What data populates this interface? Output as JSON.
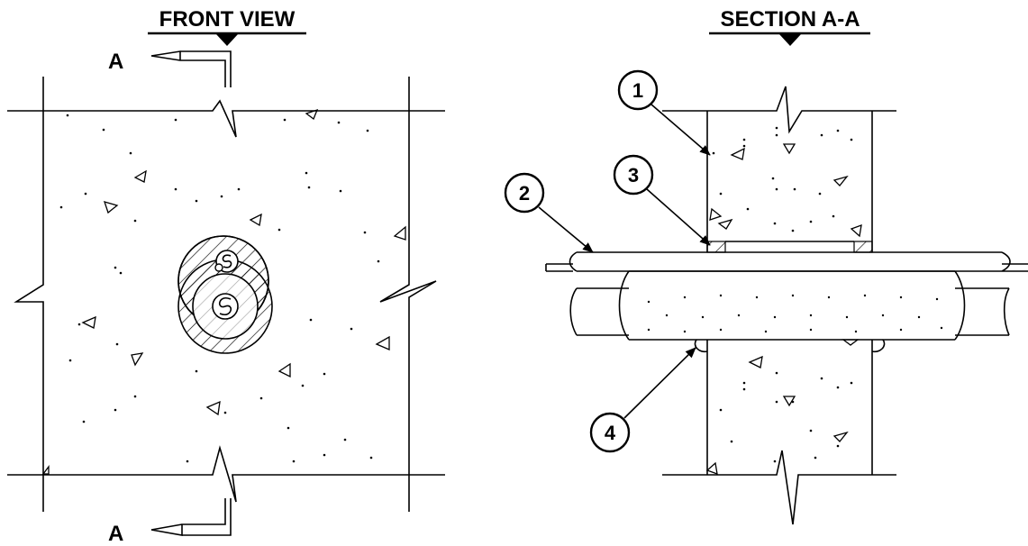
{
  "titles": {
    "front_view": "FRONT VIEW",
    "section": "SECTION A-A"
  },
  "section_cut": {
    "top_label": "A",
    "bottom_label": "A"
  },
  "callouts": [
    "1",
    "2",
    "3",
    "4"
  ],
  "colors": {
    "line": "#000000",
    "background": "#ffffff"
  }
}
